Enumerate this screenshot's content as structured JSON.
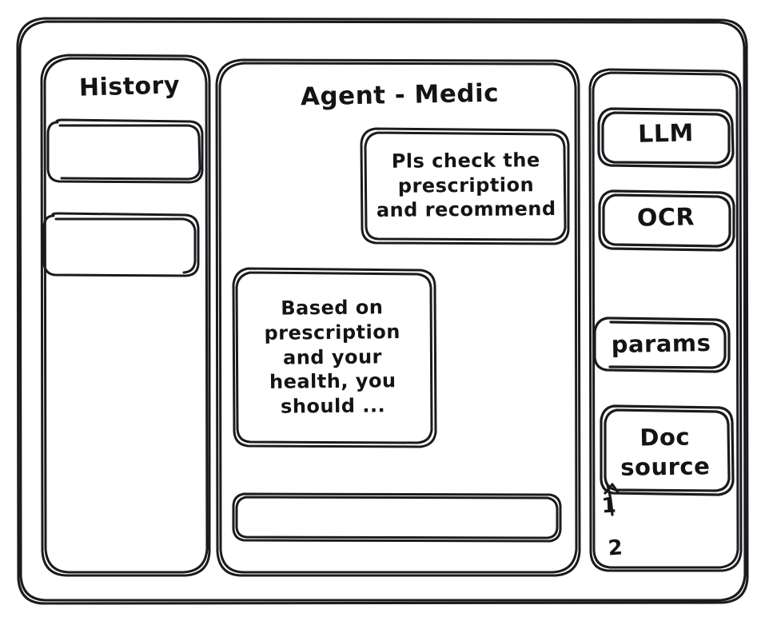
{
  "window": {
    "frame_label": "app-window"
  },
  "sidebar_left": {
    "title": "History",
    "items": [
      {
        "label": "",
        "name": "history-item-1"
      },
      {
        "label": "",
        "name": "history-item-2"
      }
    ]
  },
  "main": {
    "title": "Agent - Medic",
    "messages": [
      {
        "role": "user",
        "text": "Pls check the\nprescription\nand recommend"
      },
      {
        "role": "agent",
        "text": "Based on\nprescription\nand your\nhealth, you\nshould ..."
      }
    ],
    "composer": {
      "value": "",
      "placeholder": ""
    }
  },
  "sidebar_right": {
    "tools": [
      {
        "label": "LLM",
        "name": "tool-llm"
      },
      {
        "label": "OCR",
        "name": "tool-ocr"
      },
      {
        "label": "params",
        "name": "tool-params"
      }
    ],
    "doc_source": {
      "label": "Doc\nsource",
      "entries": [
        "1",
        "2"
      ]
    }
  },
  "style": {
    "stroke": "#1b1b1f",
    "background": "#ffffff"
  }
}
